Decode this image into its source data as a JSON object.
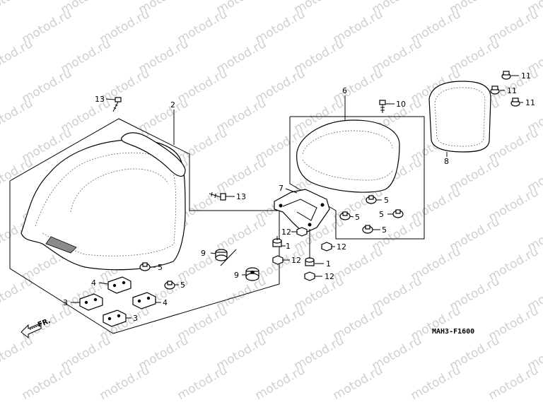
{
  "watermark": "motod.ru",
  "diagram_code": "MAH3-F1600",
  "front_label": "FR.",
  "callouts": {
    "c1a": "1",
    "c1b": "1",
    "c2": "2",
    "c3a": "3",
    "c3b": "3",
    "c4a": "4",
    "c4b": "4",
    "c5a": "5",
    "c5b": "5",
    "c5c": "5",
    "c5d": "5",
    "c5e": "5",
    "c5f": "5",
    "c6": "6",
    "c7": "7",
    "c8": "8",
    "c9a": "9",
    "c9b": "9",
    "c10": "10",
    "c11a": "11",
    "c11b": "11",
    "c11c": "11",
    "c12a": "12",
    "c12b": "12",
    "c12c": "12",
    "c12d": "12",
    "c13a": "13",
    "c13b": "13"
  },
  "icons": [
    "bolt-icon",
    "grommet-icon",
    "arrow-front-icon"
  ]
}
